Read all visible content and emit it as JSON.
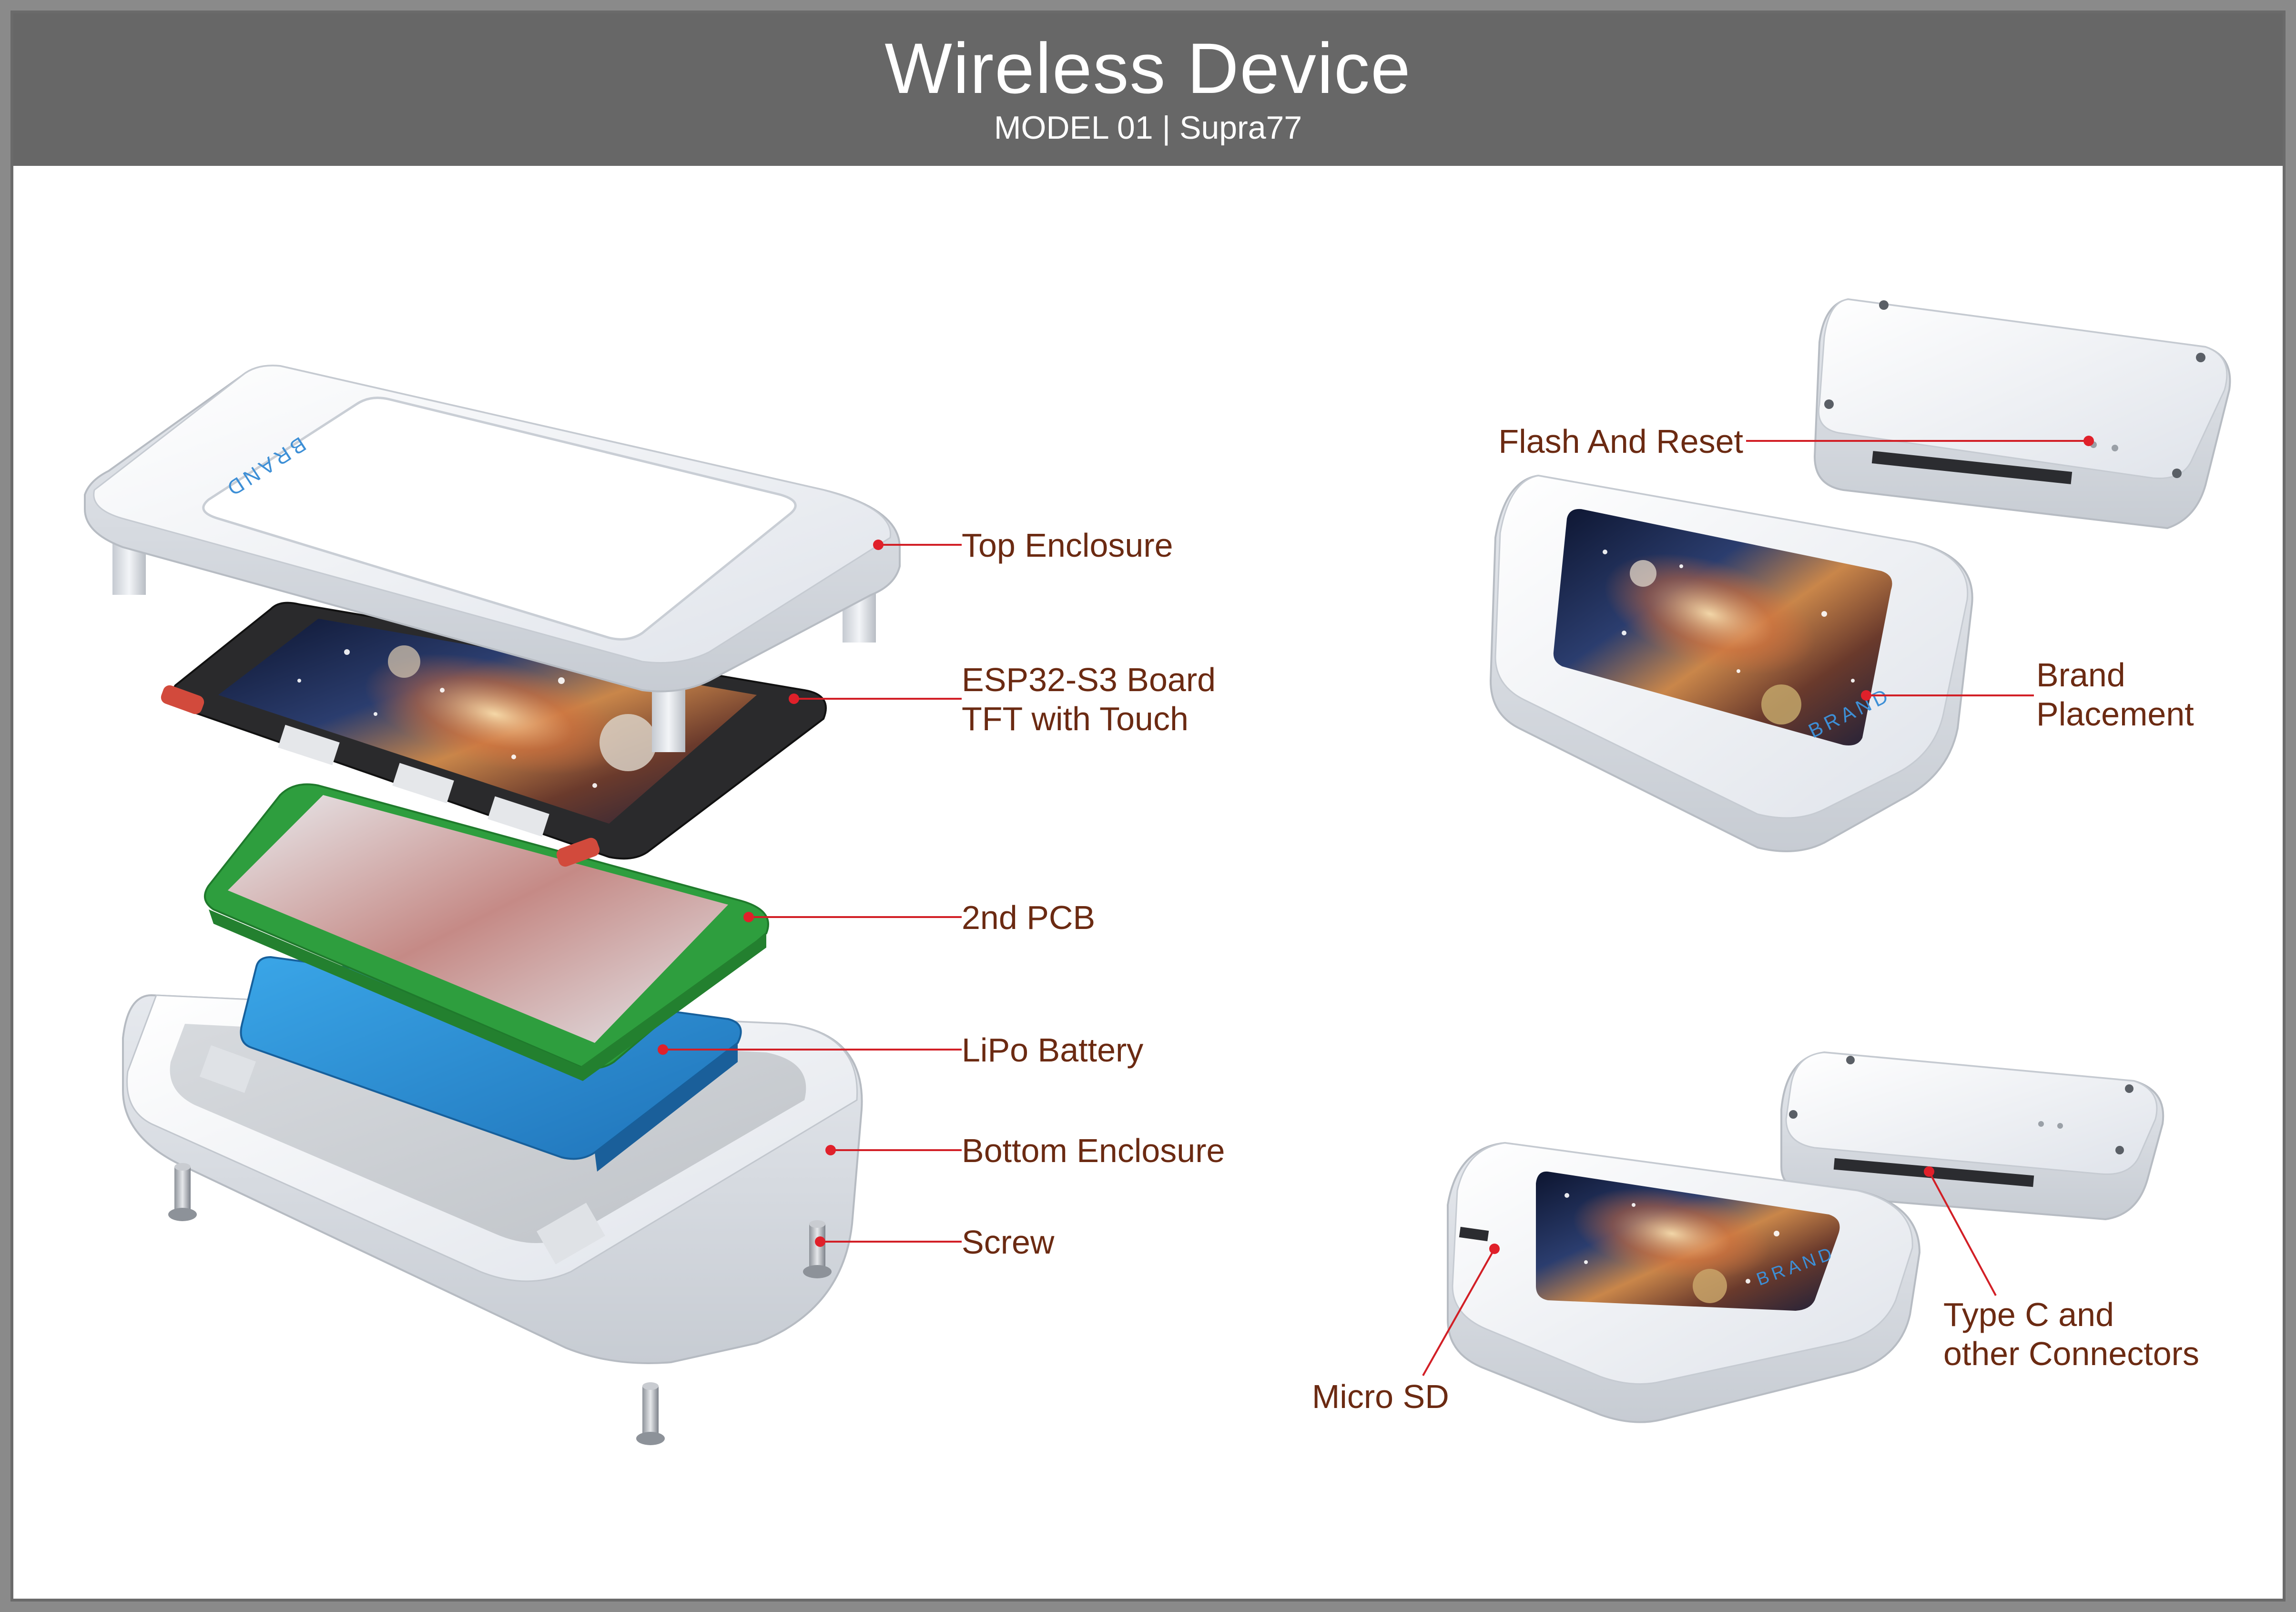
{
  "header": {
    "title": "Wireless Device",
    "subtitle": "MODEL 01 | Supra77"
  },
  "exploded_view": {
    "labels": {
      "top_enclosure": "Top Enclosure",
      "board_line1": "ESP32-S3 Board",
      "board_line2": "TFT with Touch",
      "second_pcb": "2nd PCB",
      "battery": "LiPo Battery",
      "bottom_enclosure": "Bottom Enclosure",
      "screw": "Screw"
    },
    "brand_mark": "BRAND"
  },
  "top_view": {
    "labels": {
      "flash_reset": "Flash And Reset",
      "brand_line1": "Brand",
      "brand_line2": "Placement"
    },
    "brand_mark": "BRAND"
  },
  "bottom_view": {
    "labels": {
      "micro_sd": "Micro SD",
      "typec_line1": "Type C and",
      "typec_line2": "other Connectors"
    },
    "brand_mark": "BRAND"
  },
  "colors": {
    "header_bg": "#676767",
    "label_text": "#6b2a12",
    "leader_line": "#d21f26",
    "brand_blue": "#3d8fd6",
    "pcb_green": "#2e9e3e",
    "battery_blue": "#2a8fd2",
    "enclosure_white": "#f2f4f8"
  }
}
